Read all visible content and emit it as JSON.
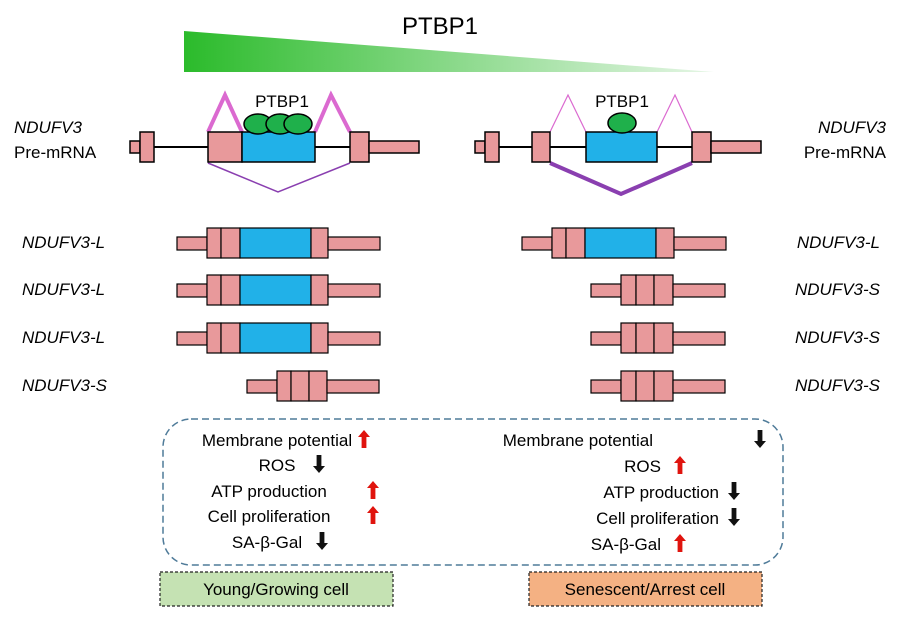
{
  "title": "PTBP1",
  "colors": {
    "exon": "#e8999b",
    "cassette_exon": "#21b1e8",
    "protein": "#1fb04b",
    "splice_inclusion": "#db6ad0",
    "splice_skip": "#8a3fb0",
    "gradient_start": "#2bbb2b",
    "arrow_up": "#e0140e",
    "arrow_down": "#111111",
    "box_border": "#4f7b99",
    "young_fill": "#c5e2b3",
    "senescent_fill": "#f4b183"
  },
  "pre_mrna": {
    "left": {
      "gene": "NDUFV3",
      "label": "Pre-mRNA",
      "protein_label": "PTBP1",
      "protein_count": 3
    },
    "right": {
      "gene": "NDUFV3",
      "label": "Pre-mRNA",
      "protein_label": "PTBP1",
      "protein_count": 1
    }
  },
  "isoforms": {
    "left": [
      "NDUFV3-L",
      "NDUFV3-L",
      "NDUFV3-L",
      "NDUFV3-S"
    ],
    "right": [
      "NDUFV3-L",
      "NDUFV3-S",
      "NDUFV3-S",
      "NDUFV3-S"
    ]
  },
  "phenotypes": {
    "left": [
      {
        "label": "Membrane potential",
        "direction": "up"
      },
      {
        "label": "ROS",
        "direction": "down"
      },
      {
        "label": "ATP production",
        "direction": "up"
      },
      {
        "label": "Cell proliferation",
        "direction": "up"
      },
      {
        "label": "SA-β-Gal",
        "direction": "down"
      }
    ],
    "right": [
      {
        "label": "Membrane potential",
        "direction": "down"
      },
      {
        "label": "ROS",
        "direction": "up"
      },
      {
        "label": "ATP production",
        "direction": "down"
      },
      {
        "label": "Cell proliferation",
        "direction": "down"
      },
      {
        "label": "SA-β-Gal",
        "direction": "up"
      }
    ]
  },
  "cell_states": {
    "left": "Young/Growing cell",
    "right": "Senescent/Arrest cell"
  }
}
